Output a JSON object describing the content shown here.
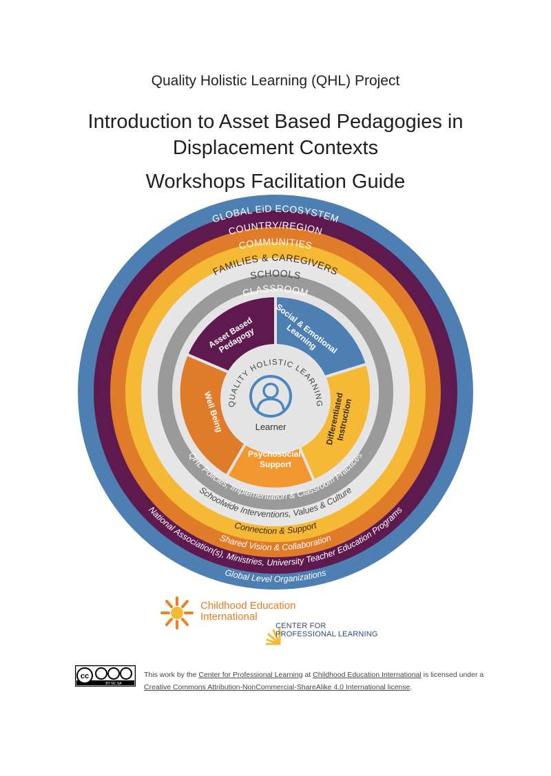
{
  "header": {
    "project": "Quality Holistic Learning (QHL) Project",
    "title_line1": "Introduction to Asset Based Pedagogies in",
    "title_line2": "Displacement Contexts",
    "subtitle": "Workshops Facilitation Guide"
  },
  "diagram": {
    "rings_top": [
      "GLOBAL EiD ECOSYSTEM",
      "COUNTRY/REGION",
      "COMMUNITIES",
      "FAMILIES & CAREGIVERS",
      "SCHOOLS",
      "CLASSROOM"
    ],
    "rings_bottom": [
      "Global Level Organizations",
      "National Association(s), Ministries, University Teacher Education Programs",
      "Shared Vision & Collaboration",
      "Connection & Support",
      "Schoolwide Interventions, Values & Culture",
      "QHL Policies, Implementation & Classroom Practices"
    ],
    "segments": {
      "asset_line1": "Asset Based",
      "asset_line2": "Pedagogy",
      "sel_line1": "Social & Emotional",
      "sel_line2": "Learning",
      "diff_line1": "Differentiated",
      "diff_line2": "Instruction",
      "psy_line1": "Psychosocial",
      "psy_line2": "Support",
      "well_being": "Well Being"
    },
    "center_arc": "QUALITY HOLISTIC LEARNING",
    "center_label": "Learner",
    "center_icon": "person-icon",
    "colors": {
      "blue": "#4d7fb3",
      "purple": "#5e1a4f",
      "orange": "#e07b2a",
      "yellow": "#f6b935",
      "light_gray": "#e4e4e4",
      "gray": "#9a9a9a",
      "center_blue": "#4a86c2"
    }
  },
  "logos": {
    "cei_line1": "Childhood Education",
    "cei_line2": "International",
    "cpl_line1": "CENTER FOR",
    "cpl_line2": "PROFESSIONAL LEARNING"
  },
  "license": {
    "badge_icon": "cc-by-nc-sa-icon",
    "badge_text": "BY  NC  SA",
    "t1": "This work by the ",
    "link1": "Center for Professional Learning",
    "t2": " at ",
    "link2": "Childhood Education International",
    "t3": " is licensed under a ",
    "link3": "Creative Commons Attribution-NonCommercial-ShareAlike 4.0 International license",
    "t4": "."
  }
}
